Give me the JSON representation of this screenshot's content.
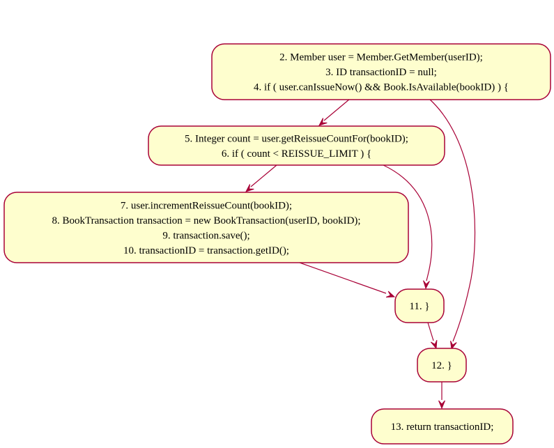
{
  "colors": {
    "node_fill": "#fefece",
    "node_stroke": "#a80036",
    "edge": "#a80036"
  },
  "nodes": [
    {
      "id": "n1",
      "lines": [
        "2. Member user = Member.GetMember(userID);",
        "3. ID transactionID = null;",
        "4. if ( user.canIssueNow() && Book.IsAvailable(bookID) ) {"
      ]
    },
    {
      "id": "n2",
      "lines": [
        "5. Integer count = user.getReissueCountFor(bookID);",
        "6. if ( count < REISSUE_LIMIT ) {"
      ]
    },
    {
      "id": "n3",
      "lines": [
        "7. user.incrementReissueCount(bookID);",
        "8. BookTransaction transaction = new BookTransaction(userID, bookID);",
        "9. transaction.save();",
        "10. transactionID = transaction.getID();"
      ]
    },
    {
      "id": "n4",
      "lines": [
        "11. }"
      ]
    },
    {
      "id": "n5",
      "lines": [
        "12. }"
      ]
    },
    {
      "id": "n6",
      "lines": [
        "13. return transactionID;"
      ]
    }
  ],
  "edges": [
    {
      "from": "n1",
      "to": "n2"
    },
    {
      "from": "n1",
      "to": "n5"
    },
    {
      "from": "n2",
      "to": "n3"
    },
    {
      "from": "n2",
      "to": "n4"
    },
    {
      "from": "n3",
      "to": "n4"
    },
    {
      "from": "n4",
      "to": "n5"
    },
    {
      "from": "n5",
      "to": "n6"
    }
  ]
}
